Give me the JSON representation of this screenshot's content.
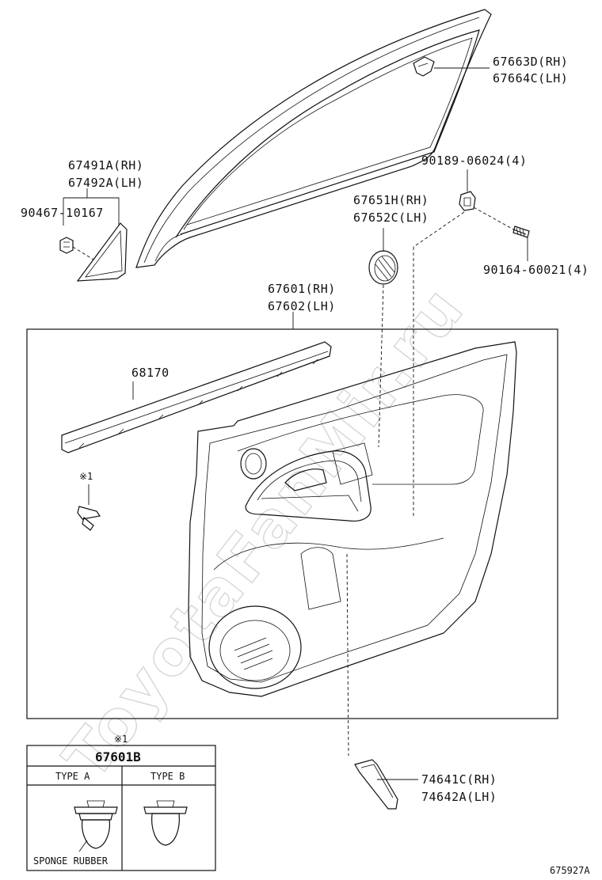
{
  "labels": {
    "p67663D": "67663D(RH)",
    "p67664C": "67664C(LH)",
    "p67491A": "67491A(RH)",
    "p67492A": "67492A(LH)",
    "p90467": "90467-10167",
    "p90189": "90189-06024(4)",
    "p67651H": "67651H(RH)",
    "p67652C": "67652C(LH)",
    "p90164": "90164-60021(4)",
    "p67601": "67601(RH)",
    "p67602": "67602(LH)",
    "p68170": "68170",
    "mark1": "※1",
    "p74641C": "74641C(RH)",
    "p74642A": "74642A(LH)",
    "figure_code": "675927A"
  },
  "detail_box": {
    "mark": "※1",
    "title": "67601B",
    "type_a": "TYPE A",
    "type_b": "TYPE B",
    "note": "SPONGE RUBBER"
  },
  "watermark": "ToyotaFanMir.ru"
}
